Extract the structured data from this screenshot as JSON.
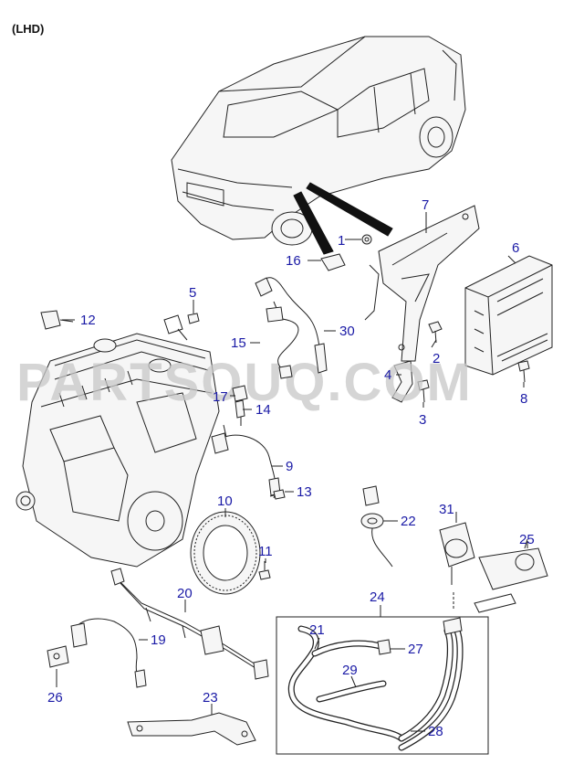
{
  "header": {
    "title": "(LHD)"
  },
  "watermark": "PARTSOUQ.COM",
  "colors": {
    "callout": "#1a1aa6",
    "lines": "#222222",
    "watermark": "#c8c8c8"
  },
  "callouts": {
    "c1": "1",
    "c2": "2",
    "c3": "3",
    "c4": "4",
    "c5": "5",
    "c6": "6",
    "c7": "7",
    "c8": "8",
    "c9": "9",
    "c10": "10",
    "c11": "11",
    "c12": "12",
    "c13": "13",
    "c14": "14",
    "c15": "15",
    "c16": "16",
    "c17": "17",
    "c19": "19",
    "c20": "20",
    "c21": "21",
    "c22": "22",
    "c23": "23",
    "c24": "24",
    "c25": "25",
    "c26": "26",
    "c27": "27",
    "c28": "28",
    "c29": "29",
    "c30": "30",
    "c31": "31"
  }
}
